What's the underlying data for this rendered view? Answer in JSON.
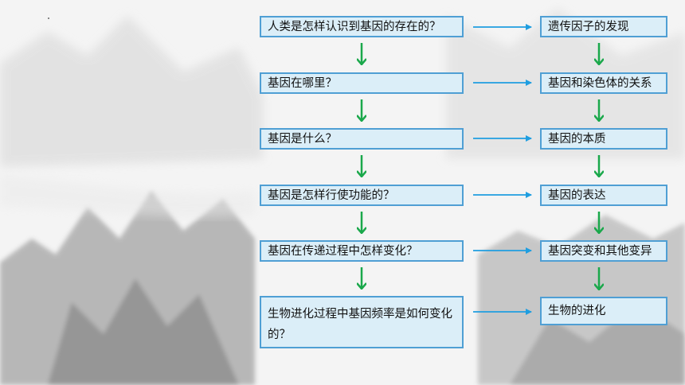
{
  "questions": [
    "人类是怎样认识到基因的存在的？",
    "基因在哪里？",
    "基因是什么？",
    "基因是怎样行使功能的？",
    "基因在传递过程中怎样变化？",
    "生物进化过程中基因频率是如何变化的？"
  ],
  "answers": [
    "遗传因子的发现",
    "基因和染色体的关系",
    "基因的本质",
    "基因的表达",
    "基因突变和其他变异",
    "生物的进化"
  ],
  "colors": {
    "box_fill": "#dbeef8",
    "box_border": "#4f9fd4",
    "arrow_right": "#1f9ee0",
    "arrow_down": "#1aa84b"
  }
}
